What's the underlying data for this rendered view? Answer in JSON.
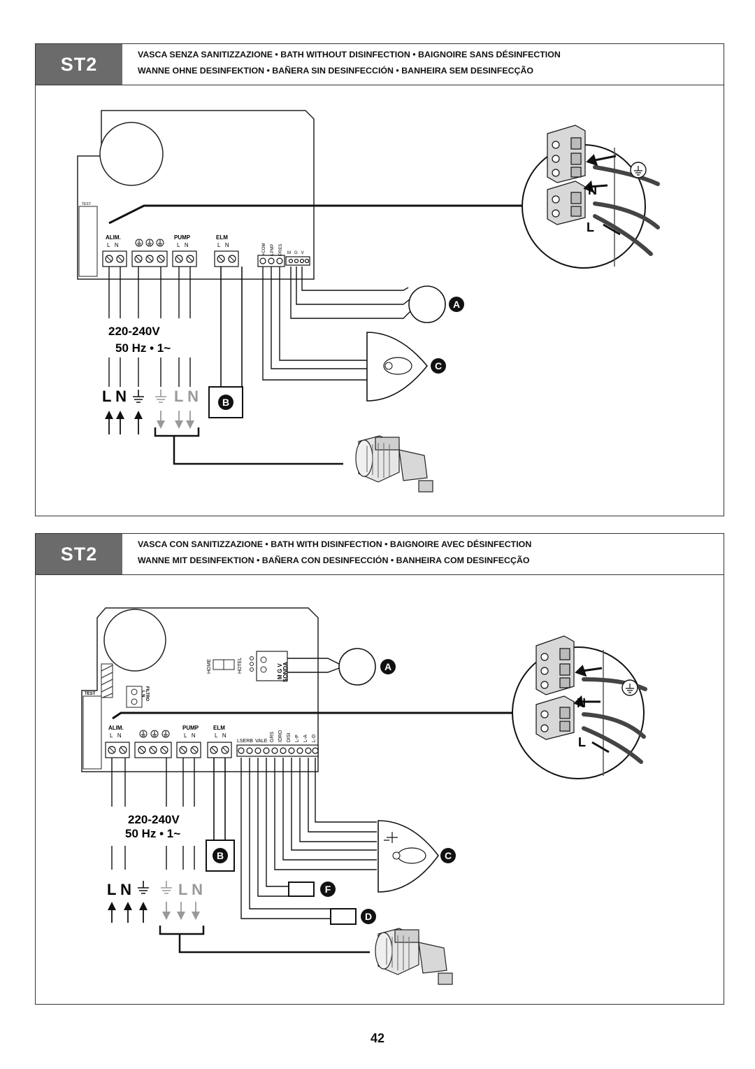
{
  "page_number": "42",
  "panel1": {
    "badge": "ST2",
    "header_line1": "VASCA SENZA SANITIZZAZIONE • BATH WITHOUT DISINFECTION • BAIGNOIRE SANS DÉSINFECTION",
    "header_line2": "WANNE OHNE DESINFEKTION •  BAÑERA SIN DESINFECCIÓN • BANHEIRA SEM DESINFECÇÃO",
    "board": {
      "test_label": "TEST",
      "alim_label": "ALIM.",
      "alim_ln": "L   N",
      "pump_label": "PUMP",
      "pump_ln": "L   N",
      "elm_label": "ELM",
      "elm_ln": "L   N",
      "vertical_labels": [
        "+COM",
        "LPMP",
        "PRES"
      ],
      "mgv_label": "M   G   V"
    },
    "voltage": "220-240V",
    "frequency": "50 Hz • 1~",
    "ln_black": "L N",
    "ln_gray": "L N",
    "callouts": {
      "a": "A",
      "b": "B",
      "c": "C"
    },
    "inset_labels": {
      "n": "N",
      "l": "L"
    }
  },
  "panel2": {
    "badge": "ST2",
    "header_line1": "VASCA CON SANITIZZAZIONE • BATH WITH DISINFECTION • BAIGNOIRE AVEC DÉSINFECTION",
    "header_line2": "WANNE MIT DESINFEKTION •  BAÑERA CON DESINFECCIÓN • BANHEIRA COM DESINFECÇÃO",
    "board": {
      "test_label": "TEST",
      "home_label": "HOME",
      "hotel_label": "HOTEL",
      "mgv_label": "M G V",
      "sonda_label": "SONDA",
      "filtro_label": "FILTRO",
      "filtro_ln": "L N",
      "alim_label": "ALIM.",
      "alim_ln": "L   N",
      "pump_label": "PUMP",
      "pump_ln": "L   N",
      "elm_label": "ELM",
      "elm_ln": "L   N",
      "lserb_label": "LSERB",
      "vale_label": "VALE",
      "vertical_labels": [
        "GRS",
        "IDRO",
        "DISI",
        "L-P",
        "L-A",
        "L-D"
      ]
    },
    "voltage": "220-240V",
    "frequency": "50 Hz • 1~",
    "ln_black": "L N",
    "ln_gray": "L N",
    "callouts": {
      "a": "A",
      "b": "B",
      "c": "C",
      "d": "D",
      "f": "F"
    },
    "inset_labels": {
      "n": "N",
      "l": "L"
    }
  }
}
